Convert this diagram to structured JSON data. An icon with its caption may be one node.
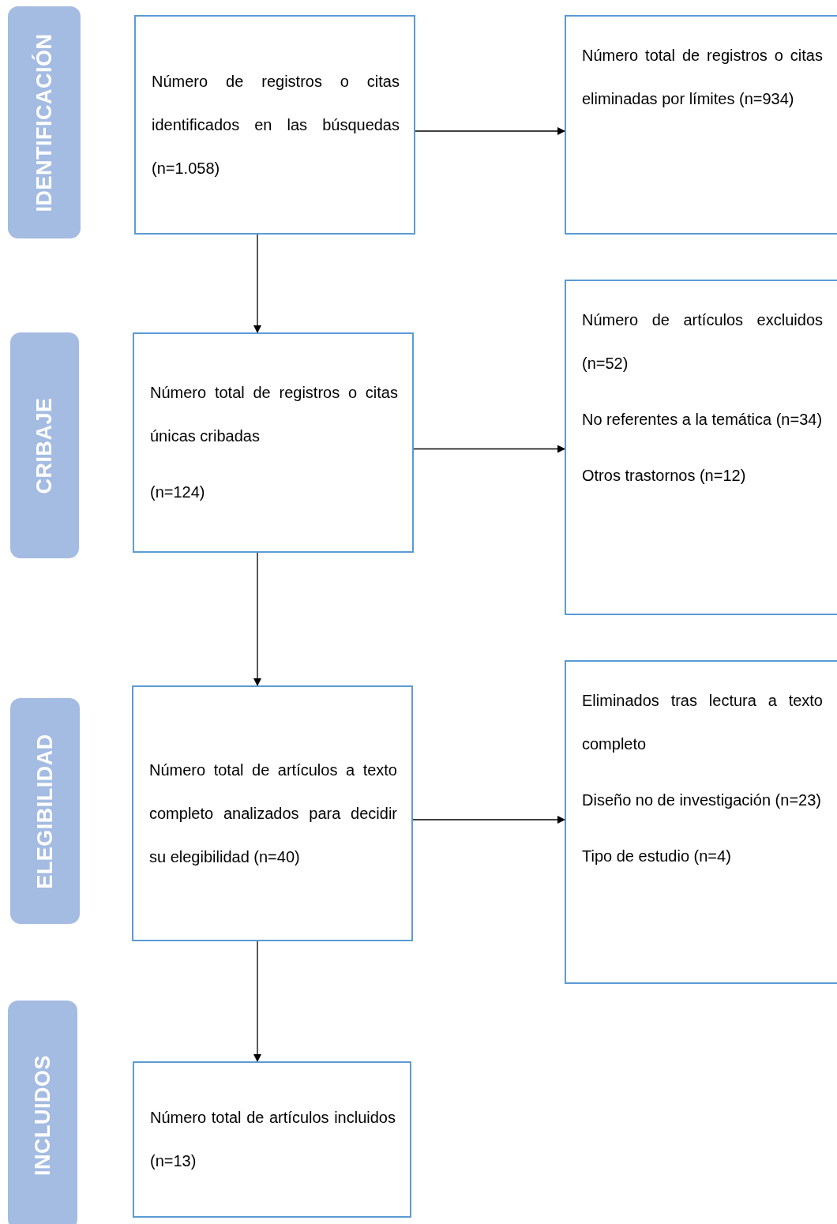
{
  "diagram": {
    "nodes": [
      {
        "text": [
          "IDENTIFICACIÓN"
        ]
      },
      {
        "text": [
          "CRIBAJE"
        ]
      },
      {
        "text": [
          "ELEGIBILIDAD"
        ]
      },
      {
        "text": [
          "INCLUIDOS"
        ]
      },
      {
        "text": [
          "Número de registros o citas identificados en las búsquedas (n=1.058)"
        ]
      },
      {
        "text": [
          "Número total de registros o citas eliminadas por límites (n=934)"
        ]
      },
      {
        "text": [
          "Número total de registros o citas únicas cribadas",
          "(n=124)"
        ]
      },
      {
        "text": [
          "Número de artículos excluidos (n=52)",
          "No referentes a la temática (n=34)",
          "Otros trastornos (n=12)"
        ]
      },
      {
        "text": [
          "Número total de artículos a texto completo analizados para decidir su elegibilidad (n=40)"
        ]
      },
      {
        "text": [
          "Eliminados tras lectura a texto completo",
          "Diseño no de investigación (n=23)",
          "Tipo de estudio (n=4)"
        ]
      },
      {
        "text": [
          "Número total de artículos incluidos (n=13)"
        ]
      }
    ],
    "edges": [
      {
        "from": 4,
        "to": 5,
        "arrow": "to"
      },
      {
        "from": 4,
        "to": 6,
        "arrow": "to"
      },
      {
        "from": 6,
        "to": 7,
        "arrow": "to"
      },
      {
        "from": 6,
        "to": 8,
        "arrow": "to"
      },
      {
        "from": 8,
        "to": 9,
        "arrow": "to"
      },
      {
        "from": 8,
        "to": 10,
        "arrow": "to"
      }
    ]
  }
}
